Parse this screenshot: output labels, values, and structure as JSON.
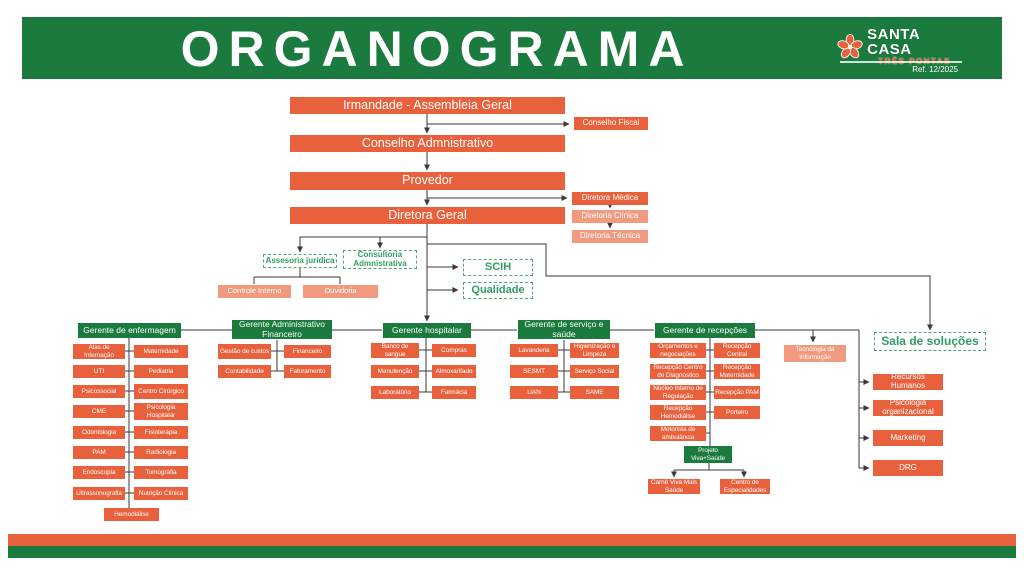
{
  "header": {
    "title": "ORGANOGRAMA",
    "logo": {
      "line1": "SANTA CASA",
      "line2": "TRÊS PONTAS"
    },
    "ref": "Ref. 12/2025"
  },
  "colors": {
    "brand_green": "#1b7a3e",
    "brand_orange": "#e8603c",
    "light_orange": "#f19a7f",
    "dashed_green": "#2f9e60"
  },
  "chain": {
    "irmandade": "Irmandade - Assembleia Geral",
    "conselho_fiscal": "Conselho Fiscal",
    "conselho_administrativo": "Conselho Admnistrativo",
    "provedor": "Provedor",
    "diretora_geral": "Diretora Geral",
    "diretora_medica": "Diretora Médica",
    "diretoria_clinica": "Diretoria Clínica",
    "diretoria_tecnica": "Diretoria Técnica"
  },
  "staff": {
    "assesoria_juridica": "Assesoria jurídica",
    "consultoria_administrativa": "Consultoria Admnistrativa",
    "controle_interno": "Controle Interno",
    "ouvidoria": "Ouvidoria",
    "scih": "SCIH",
    "qualidade": "Qualidade"
  },
  "managers": {
    "enfermagem": "Gerente de enfermagem",
    "adm_financeiro": "Gerente Administrativo Financeiro",
    "hospitalar": "Gerente hospitalar",
    "servico_saude": "Gerente de serviço e saúde",
    "recepcoes": "Gerente de recepções"
  },
  "enfermagem": {
    "left": [
      "Alas de Internação",
      "UTI",
      "Psicossocial",
      "CME",
      "Odontologia",
      "PAM",
      "Endoscopia",
      "Ultrassonografia"
    ],
    "right": [
      "Maternidade",
      "Pediatria",
      "Centro Cirúrgico",
      "Psicologia Hospitalar",
      "Fisioterapia",
      "Radiologia",
      "Tomografia",
      "Nutrição Clínica"
    ],
    "bottom": "Hemodiálise"
  },
  "adm_financeiro": {
    "left": [
      "Gestão de custos",
      "Contabilidade"
    ],
    "right": [
      "Financeiro",
      "Faturamento"
    ]
  },
  "hospitalar": {
    "left": [
      "Banco de sangue",
      "Manutenção",
      "Laboratório"
    ],
    "right": [
      "Compras",
      "Almoxarifado",
      "Farmácia"
    ]
  },
  "servico_saude": {
    "left": [
      "Lavanderia",
      "SESMT",
      "UAN"
    ],
    "right": [
      "Higienização e Limpeza",
      "Serviço Social",
      "SAME"
    ]
  },
  "recepcoes": {
    "left": [
      "Orçamentos e negociações",
      "Recepção Centro de Diagnóstico",
      "Núcleo Interno de Regulação",
      "Recepção Hemodiálise",
      "Motorista de ambulância"
    ],
    "right": [
      "Recepção Central",
      "Recepção Maternidade",
      "Recepção PAM",
      "Porteiro"
    ]
  },
  "projeto": {
    "title": "Projeto Viva+Saúde",
    "children": [
      "Carnê Viva Mais Saúde",
      "Centro de Especialidades"
    ]
  },
  "right_side": {
    "tecnologia": "Tecnologia da Informação",
    "sala_solucoes": "Sala de soluções",
    "items": [
      "Recursos Humanos",
      "Psicologia organizacional",
      "Marketing",
      "DRG"
    ]
  }
}
